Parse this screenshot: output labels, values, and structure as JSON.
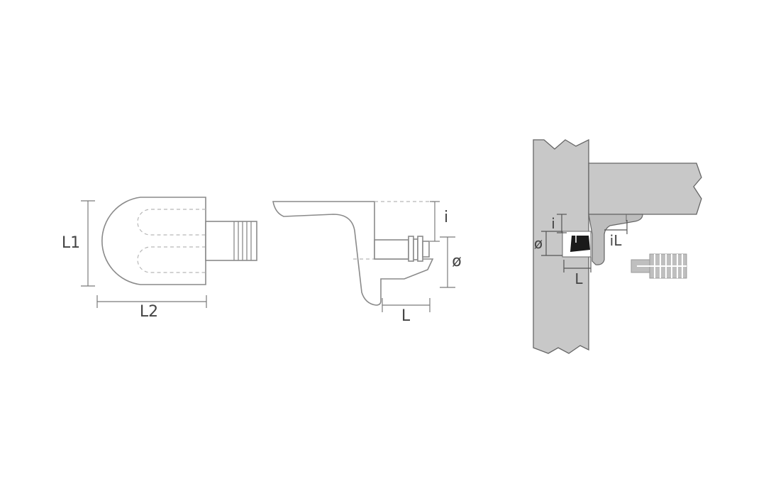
{
  "front_view": {
    "height_label": "L1",
    "width_label": "L2"
  },
  "side_view": {
    "offset_label": "i",
    "diameter_label": "ø",
    "length_label": "L"
  },
  "installed_view": {
    "offset_label": "i",
    "diameter_label": "ø",
    "length_label": "L",
    "pin_label": "iL"
  },
  "colors": {
    "outline": "#8a8a8a",
    "hidden_line": "#b8b8b8",
    "panel_fill": "#c8c8c8",
    "panel_stroke": "#666666",
    "bracket_fill": "#bdbdbd",
    "insert_fill": "#1a1a1a",
    "dowel_fill": "#bfbfbf"
  },
  "icons": [
    "shelf-support-front-view",
    "shelf-support-side-view",
    "installed-section-view",
    "dowel-icon"
  ]
}
